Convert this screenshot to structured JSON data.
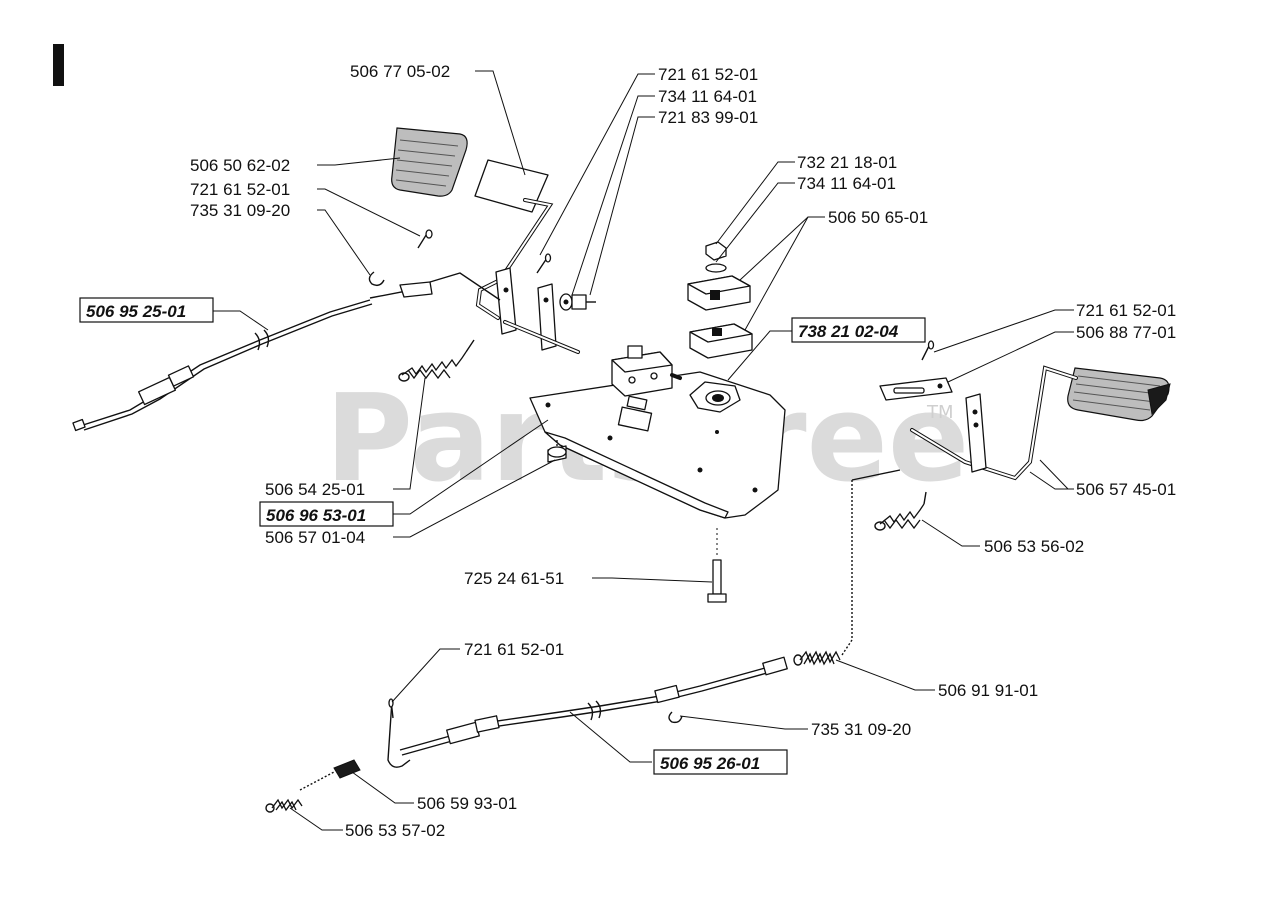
{
  "watermark": {
    "text": "PartsTree",
    "tm": "TM"
  },
  "section_marker": "I",
  "labels": {
    "p50677_0502": "506 77 05-02",
    "p72161_5201_a": "721 61 52-01",
    "p73411_6401_a": "734 11 64-01",
    "p72183_9901": "721 83 99-01",
    "p50650_6202": "506 50 62-02",
    "p72161_5201_b": "721 61 52-01",
    "p73531_0920_a": "735 31 09-20",
    "p50695_2501": "506 95 25-01",
    "p73221_1801": "732 21 18-01",
    "p73411_6401_b": "734 11 64-01",
    "p50650_6501": "506 50 65-01",
    "p73821_0204": "738 21 02-04",
    "p72161_5201_c": "721 61 52-01",
    "p50688_7701": "506 88 77-01",
    "p50657_4501": "506 57 45-01",
    "p50654_2501": "506 54 25-01",
    "p50696_5301": "506 96 53-01",
    "p50657_0104": "506 57 01-04",
    "p50653_5602": "506 53 56-02",
    "p72524_6151": "725 24 61-51",
    "p72161_5201_d": "721 61 52-01",
    "p50691_9101": "506 91 91-01",
    "p73531_0920_b": "735 31 09-20",
    "p50695_2601": "506 95 26-01",
    "p50659_9301": "506 59 93-01",
    "p50653_5702": "506 53 57-02"
  }
}
